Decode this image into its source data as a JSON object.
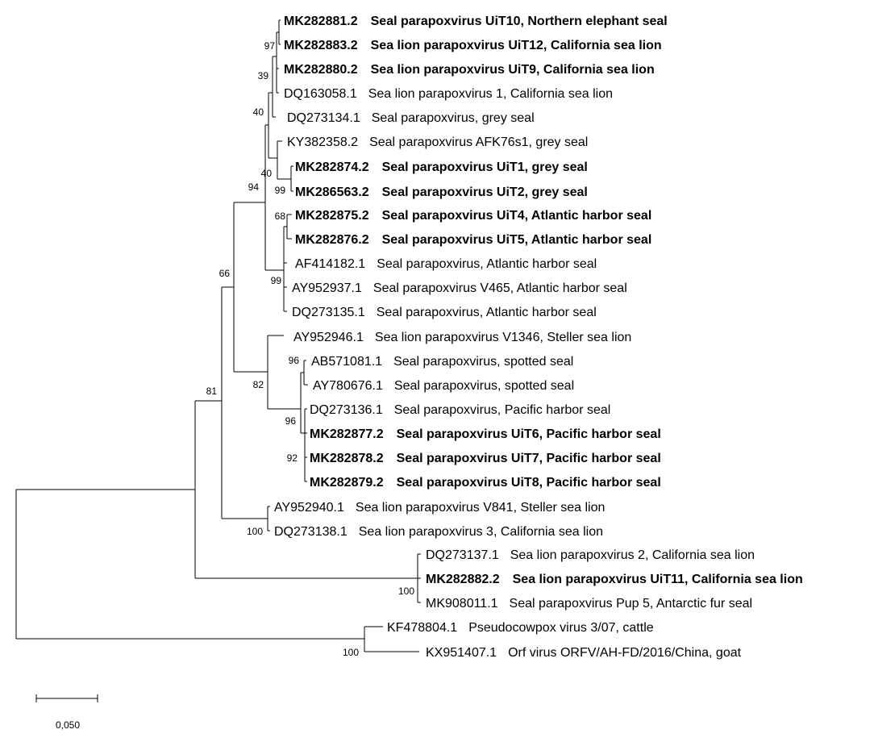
{
  "taxa": [
    {
      "id": "t01",
      "accession": "MK282881.2",
      "description": "Seal parapoxvirus UiT10, Northern elephant seal",
      "bold": true
    },
    {
      "id": "t02",
      "accession": "MK282883.2",
      "description": "Sea lion parapoxvirus UiT12, California sea lion",
      "bold": true
    },
    {
      "id": "t03",
      "accession": "MK282880.2",
      "description": "Sea lion parapoxvirus UiT9, California sea lion",
      "bold": true
    },
    {
      "id": "t04",
      "accession": "DQ163058.1",
      "description": "Sea lion parapoxvirus 1, California sea lion",
      "bold": false
    },
    {
      "id": "t05",
      "accession": "DQ273134.1",
      "description": "Seal parapoxvirus, grey seal",
      "bold": false
    },
    {
      "id": "t06",
      "accession": "KY382358.2",
      "description": "Seal parapoxvirus AFK76s1, grey seal",
      "bold": false
    },
    {
      "id": "t07",
      "accession": "MK282874.2",
      "description": "Seal parapoxvirus UiT1, grey seal",
      "bold": true
    },
    {
      "id": "t08",
      "accession": "MK286563.2",
      "description": "Seal parapoxvirus UiT2, grey seal",
      "bold": true
    },
    {
      "id": "t09",
      "accession": "MK282875.2",
      "description": "Seal parapoxvirus UiT4, Atlantic harbor seal",
      "bold": true
    },
    {
      "id": "t10",
      "accession": "MK282876.2",
      "description": "Seal parapoxvirus UiT5, Atlantic harbor seal",
      "bold": true
    },
    {
      "id": "t11",
      "accession": "AF414182.1",
      "description": "Seal parapoxvirus, Atlantic harbor seal",
      "bold": false
    },
    {
      "id": "t12",
      "accession": "AY952937.1",
      "description": "Seal parapoxvirus V465,  Atlantic harbor seal",
      "bold": false
    },
    {
      "id": "t13",
      "accession": "DQ273135.1",
      "description": "Seal parapoxvirus, Atlantic harbor seal",
      "bold": false
    },
    {
      "id": "t14",
      "accession": "AY952946.1",
      "description": "Sea lion parapoxvirus V1346, Steller sea lion",
      "bold": false
    },
    {
      "id": "t15",
      "accession": "AB571081.1",
      "description": "Seal parapoxvirus, spotted seal",
      "bold": false
    },
    {
      "id": "t16",
      "accession": "AY780676.1",
      "description": "Seal parapoxvirus, spotted seal",
      "bold": false
    },
    {
      "id": "t17",
      "accession": "DQ273136.1",
      "description": "Seal parapoxvirus, Pacific harbor seal",
      "bold": false
    },
    {
      "id": "t18",
      "accession": "MK282877.2",
      "description": "Seal parapoxvirus UiT6, Pacific harbor seal",
      "bold": true
    },
    {
      "id": "t19",
      "accession": "MK282878.2",
      "description": "Seal parapoxvirus UiT7, Pacific harbor seal",
      "bold": true
    },
    {
      "id": "t20",
      "accession": "MK282879.2",
      "description": "Seal parapoxvirus UiT8, Pacific harbor seal",
      "bold": true
    },
    {
      "id": "t21",
      "accession": "AY952940.1",
      "description": "Sea lion parapoxvirus V841, Steller sea lion",
      "bold": false
    },
    {
      "id": "t22",
      "accession": "DQ273138.1",
      "description": "Sea lion parapoxvirus 3, California sea lion",
      "bold": false
    },
    {
      "id": "t23",
      "accession": "DQ273137.1",
      "description": "Sea lion parapoxvirus 2, California sea lion",
      "bold": false
    },
    {
      "id": "t24",
      "accession": "MK282882.2",
      "description": "Sea lion parapoxvirus UiT11, California sea lion",
      "bold": true
    },
    {
      "id": "t25",
      "accession": "MK908011.1",
      "description": "Seal parapoxvirus Pup 5, Antarctic fur seal",
      "bold": false
    },
    {
      "id": "t26",
      "accession": "KF478804.1",
      "description": "Pseudocowpox virus 3/07, cattle",
      "bold": false
    },
    {
      "id": "t27",
      "accession": "KX951407.1",
      "description": "Orf virus ORFV/AH-FD/2016/China, goat",
      "bold": false
    }
  ],
  "bootstrap": [
    {
      "id": "b01",
      "value": "97"
    },
    {
      "id": "b02",
      "value": "39"
    },
    {
      "id": "b03",
      "value": "40"
    },
    {
      "id": "b04",
      "value": "40"
    },
    {
      "id": "b05",
      "value": "99"
    },
    {
      "id": "b06",
      "value": "94"
    },
    {
      "id": "b07",
      "value": "68"
    },
    {
      "id": "b08",
      "value": "99"
    },
    {
      "id": "b09",
      "value": "66"
    },
    {
      "id": "b10",
      "value": "96"
    },
    {
      "id": "b11",
      "value": "82"
    },
    {
      "id": "b12",
      "value": "96"
    },
    {
      "id": "b13",
      "value": "92"
    },
    {
      "id": "b14",
      "value": "81"
    },
    {
      "id": "b15",
      "value": "100"
    },
    {
      "id": "b16",
      "value": "100"
    },
    {
      "id": "b17",
      "value": "100"
    }
  ],
  "scale_bar": {
    "label": "0,050",
    "length": 0.05
  }
}
